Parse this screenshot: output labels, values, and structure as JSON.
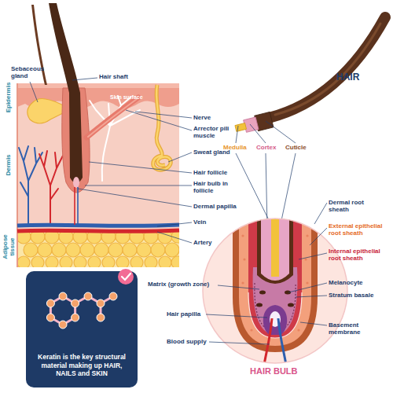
{
  "diagram": {
    "nodes": [
      {
        "text": [
          "Keratin is the key structural material making up HAIR, NAILS and SKIN"
        ]
      }
    ],
    "labels": [
      "Sebaceous gland",
      "Hair shaft",
      "Skin surface",
      "Nerve",
      "Arrector pili muscle",
      "Sweat gland",
      "Hair follicle",
      "Hair bulb in follicle",
      "Dermal papilla",
      "Vein",
      "Artery",
      "Epidermis",
      "Dermis",
      "Adipose tissue",
      "HAIR",
      "Medulla",
      "Cortex",
      "Cuticle",
      "Dermal root sheath",
      "External epithelial root sheath",
      "Internal epithelial root sheath",
      "Melanocyte",
      "Stratum basale",
      "Basement membrane",
      "Matrix (growth zone)",
      "Hair papilla",
      "Blood supply",
      "HAIR BULB"
    ]
  }
}
